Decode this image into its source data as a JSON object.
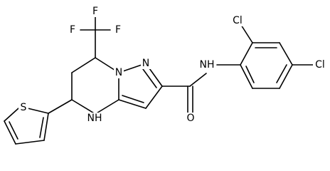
{
  "molecule": {
    "atom_labels": {
      "f_top": "F",
      "f_left": "F",
      "f_right": "F",
      "n_bridge": "N",
      "n_pyrazole": "N",
      "nh_amide": "NH",
      "nh_ring": "NH",
      "o_carbonyl": "O",
      "s_thiophene": "S",
      "cl_ortho": "Cl",
      "cl_para": "Cl"
    }
  }
}
